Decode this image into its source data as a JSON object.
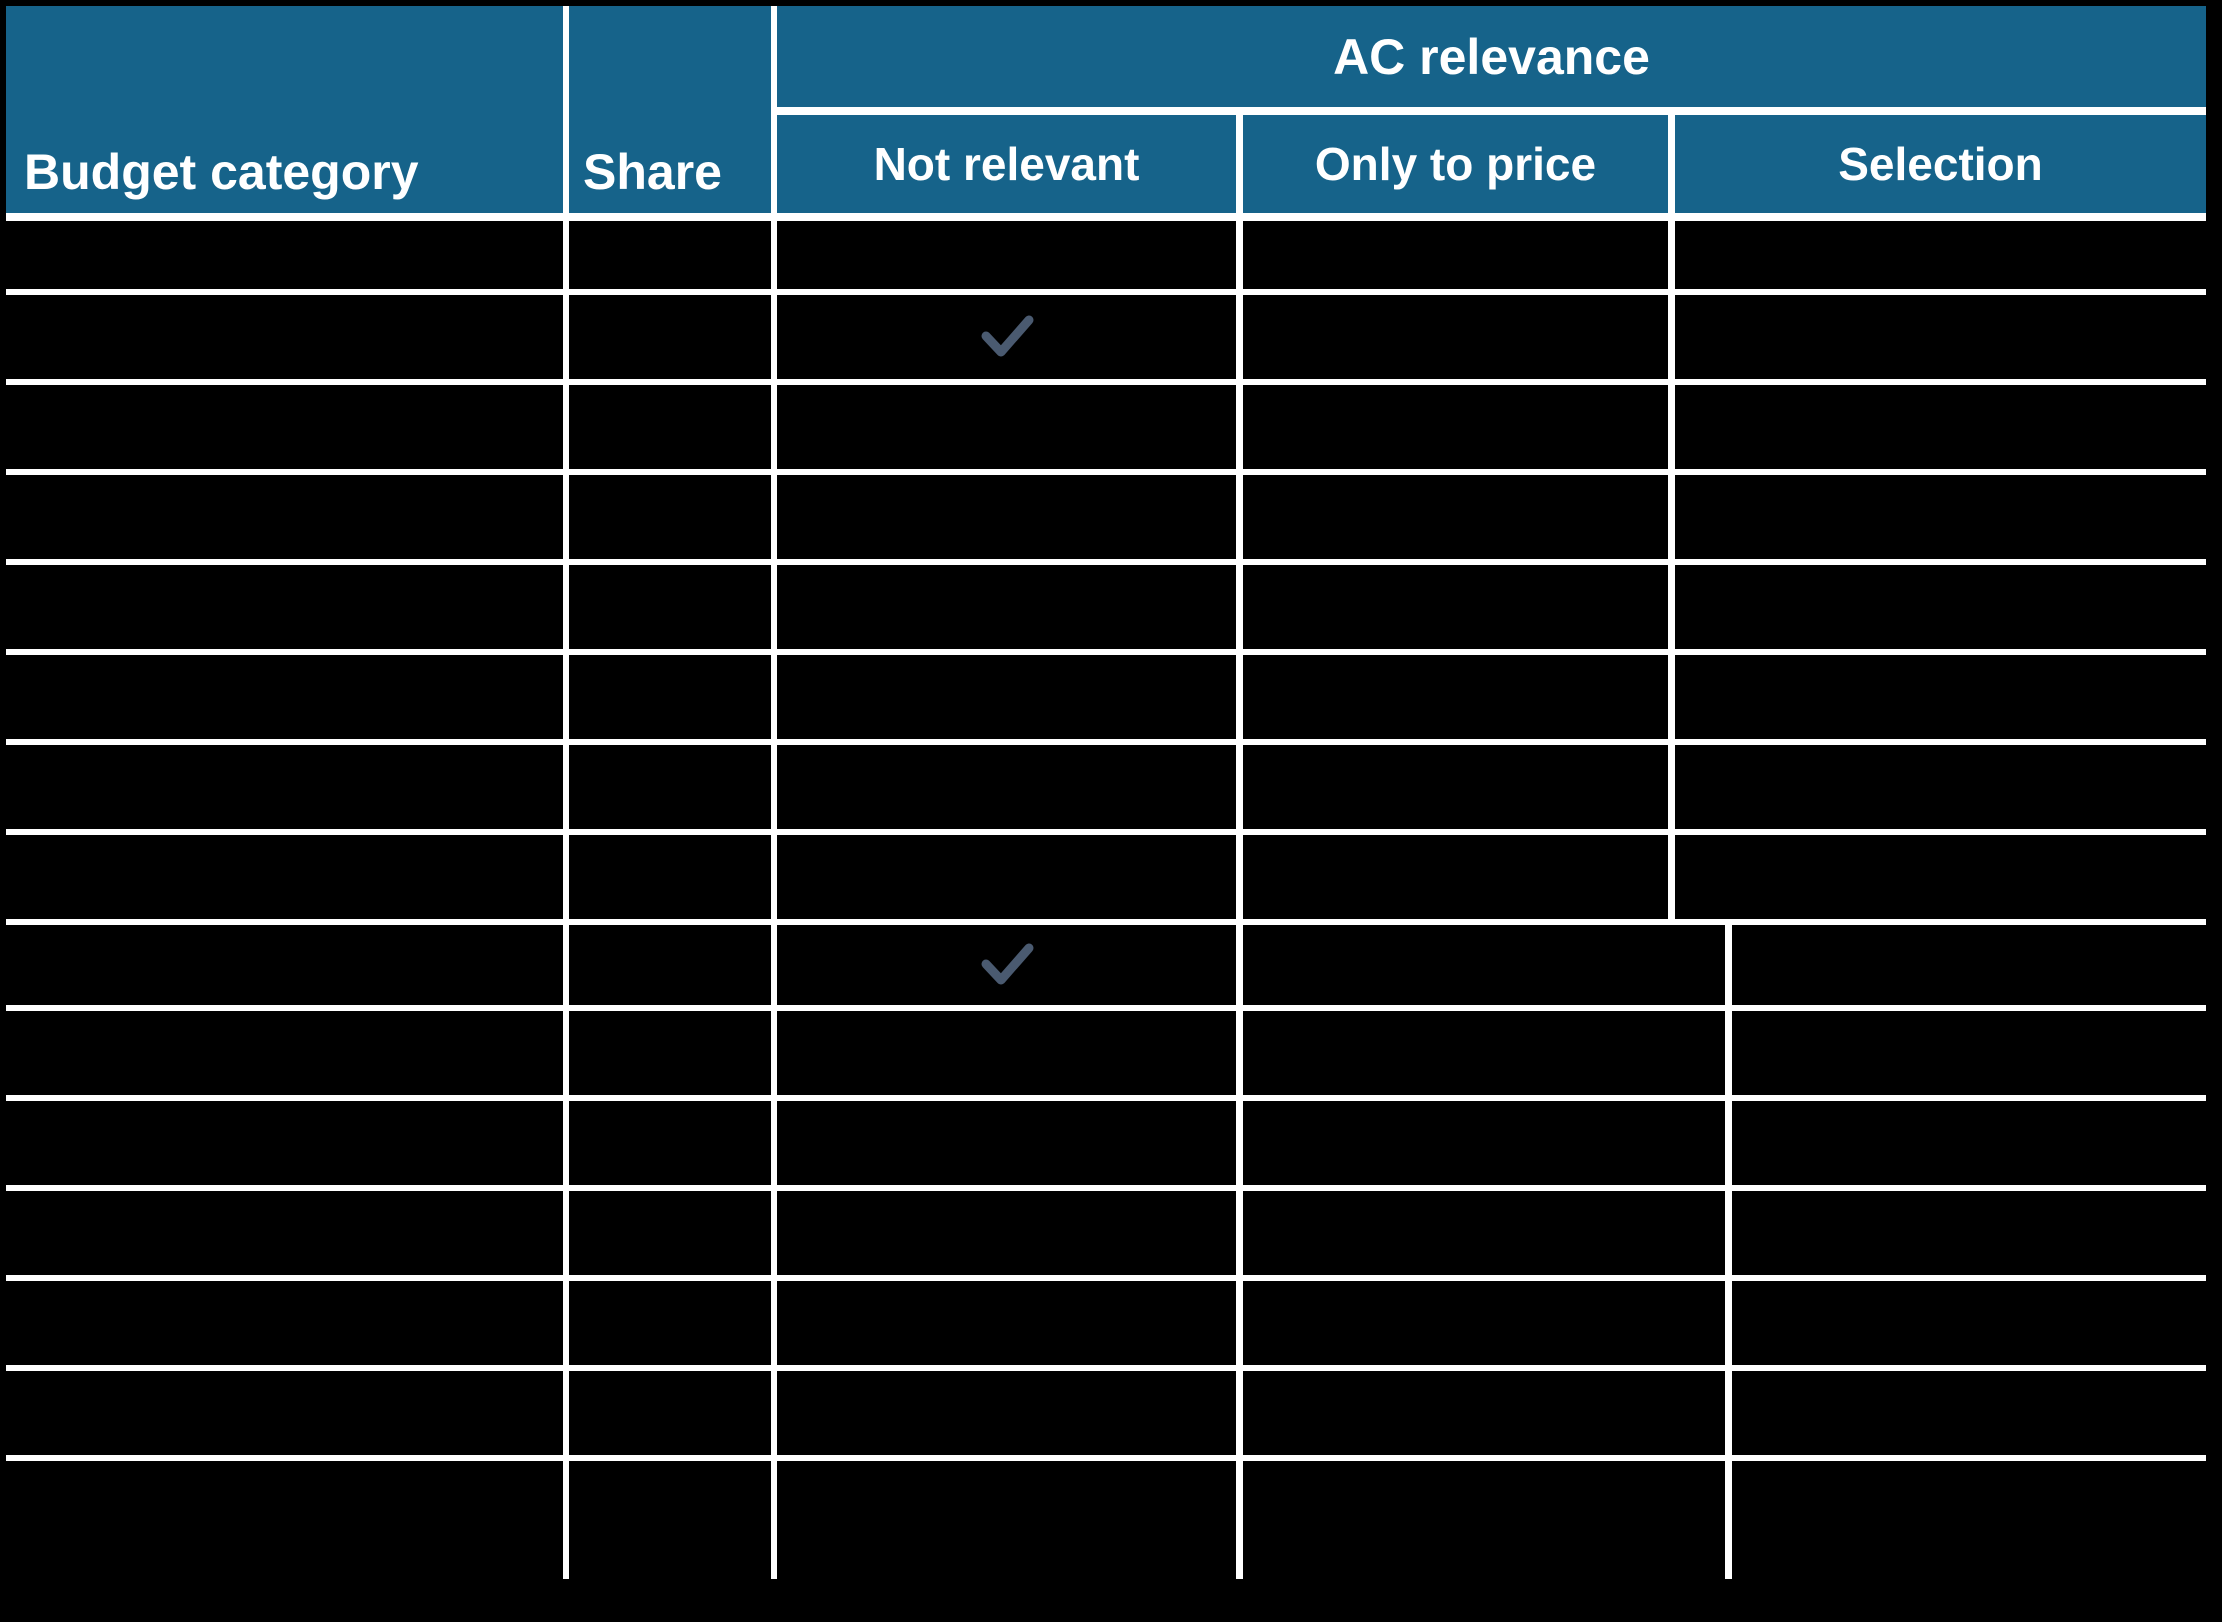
{
  "table": {
    "columns": [
      {
        "id": "budget-category",
        "label": "Budget category",
        "span_header_rows": 2
      },
      {
        "id": "share",
        "label": "Share",
        "span_header_rows": 2
      }
    ],
    "group_header": {
      "id": "ac-relevance",
      "label": "AC relevance",
      "subcolumns": [
        {
          "id": "not-relevant",
          "label": "Not relevant"
        },
        {
          "id": "only-to-price",
          "label": "Only to price"
        },
        {
          "id": "selection",
          "label": "Selection"
        }
      ]
    },
    "colors": {
      "header_background": "#16638a",
      "header_text": "#ffffff",
      "grid_line": "#ffffff",
      "cell_background": "#000000",
      "check_mark": "#4a5a70",
      "page_background": "#000000"
    },
    "rows": [
      {
        "index": 1,
        "budget_category": "",
        "share": "",
        "not_relevant": "",
        "only_to_price": "",
        "selection": ""
      },
      {
        "index": 2,
        "budget_category": "",
        "share": "",
        "not_relevant": "✓",
        "only_to_price": "",
        "selection": ""
      },
      {
        "index": 3,
        "budget_category": "",
        "share": "",
        "not_relevant": "",
        "only_to_price": "",
        "selection": ""
      },
      {
        "index": 4,
        "budget_category": "",
        "share": "",
        "not_relevant": "",
        "only_to_price": "",
        "selection": ""
      },
      {
        "index": 5,
        "budget_category": "",
        "share": "",
        "not_relevant": "",
        "only_to_price": "",
        "selection": ""
      },
      {
        "index": 6,
        "budget_category": "",
        "share": "",
        "not_relevant": "",
        "only_to_price": "",
        "selection": ""
      },
      {
        "index": 7,
        "budget_category": "",
        "share": "",
        "not_relevant": "",
        "only_to_price": "",
        "selection": ""
      },
      {
        "index": 8,
        "budget_category": "",
        "share": "",
        "not_relevant": "",
        "only_to_price": "",
        "selection": ""
      },
      {
        "index": 9,
        "budget_category": "",
        "share": "",
        "not_relevant": "✓",
        "only_to_price": "",
        "selection": ""
      },
      {
        "index": 10,
        "budget_category": "",
        "share": "",
        "not_relevant": "",
        "only_to_price": "",
        "selection": ""
      },
      {
        "index": 11,
        "budget_category": "",
        "share": "",
        "not_relevant": "",
        "only_to_price": "",
        "selection": ""
      },
      {
        "index": 12,
        "budget_category": "",
        "share": "",
        "not_relevant": "",
        "only_to_price": "",
        "selection": ""
      },
      {
        "index": 13,
        "budget_category": "",
        "share": "",
        "not_relevant": "",
        "only_to_price": "",
        "selection": ""
      },
      {
        "index": 14,
        "budget_category": "",
        "share": "",
        "not_relevant": "",
        "only_to_price": "",
        "selection": ""
      },
      {
        "index": 15,
        "budget_category": "",
        "share": "",
        "not_relevant": "",
        "only_to_price": "",
        "selection": ""
      }
    ],
    "check_icon_name": "check-mark-icon"
  }
}
